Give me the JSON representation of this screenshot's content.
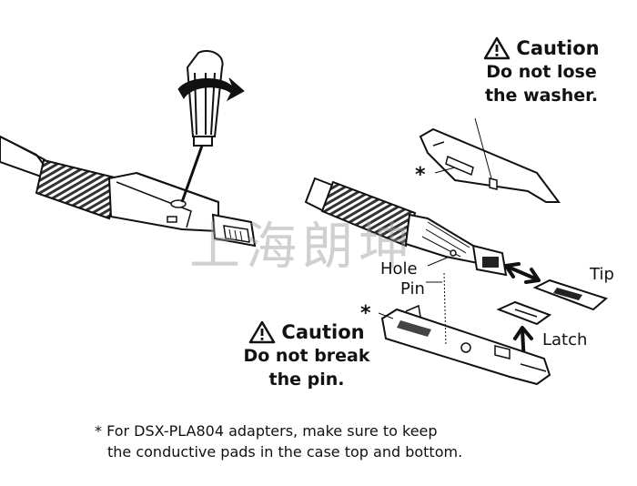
{
  "watermark": "上海朗坤",
  "caution_top": {
    "heading": "Caution",
    "line1": "Do not lose",
    "line2": "the washer."
  },
  "caution_bottom": {
    "heading": "Caution",
    "line1": "Do not break",
    "line2": "the pin."
  },
  "labels": {
    "hole": "Hole",
    "pin": "Pin",
    "tip": "Tip",
    "latch": "Latch",
    "asterisk": "*"
  },
  "footnote": {
    "line1": "* For DSX-PLA804 adapters, make sure to keep",
    "line2": "the conductive pads in the case top and bottom."
  },
  "icons": [
    "warning-triangle-icon",
    "screwdriver-icon",
    "rotation-arrow-icon",
    "double-arrow-icon"
  ]
}
